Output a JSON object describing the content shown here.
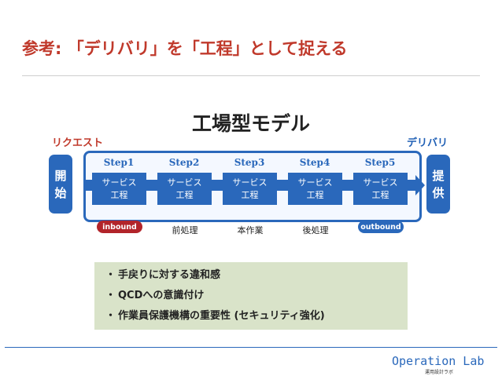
{
  "slide": {
    "title": "参考: 「デリバリ」を「工程」として捉える",
    "model_title": "工場型モデル",
    "request_label": "リクエスト",
    "delivery_label": "デリバリ",
    "start_box": {
      "line1": "開",
      "line2": "始"
    },
    "end_box": {
      "line1": "提",
      "line2": "供"
    },
    "steps": [
      {
        "label": "Step1",
        "box_line1": "サービス",
        "box_line2": "工程"
      },
      {
        "label": "Step2",
        "box_line1": "サービス",
        "box_line2": "工程"
      },
      {
        "label": "Step3",
        "box_line1": "サービス",
        "box_line2": "工程"
      },
      {
        "label": "Step4",
        "box_line1": "サービス",
        "box_line2": "工程"
      },
      {
        "label": "Step5",
        "box_line1": "サービス",
        "box_line2": "工程"
      }
    ],
    "phases": [
      "inbound",
      "前処理",
      "本作業",
      "後処理",
      "outbound"
    ],
    "bullets": [
      "手戻りに対する違和感",
      "QCDへの意識付け",
      "作業員保護機構の重要性 (セキュリティ強化)"
    ],
    "bullet_mark": "・",
    "brand": "Operation Lab",
    "brand_sub": "運用設計ラボ"
  },
  "colors": {
    "title": "#c0392b",
    "accent": "#2a68bb",
    "inbound": "#b2242a",
    "bullet_bg": "#d9e3c9"
  }
}
